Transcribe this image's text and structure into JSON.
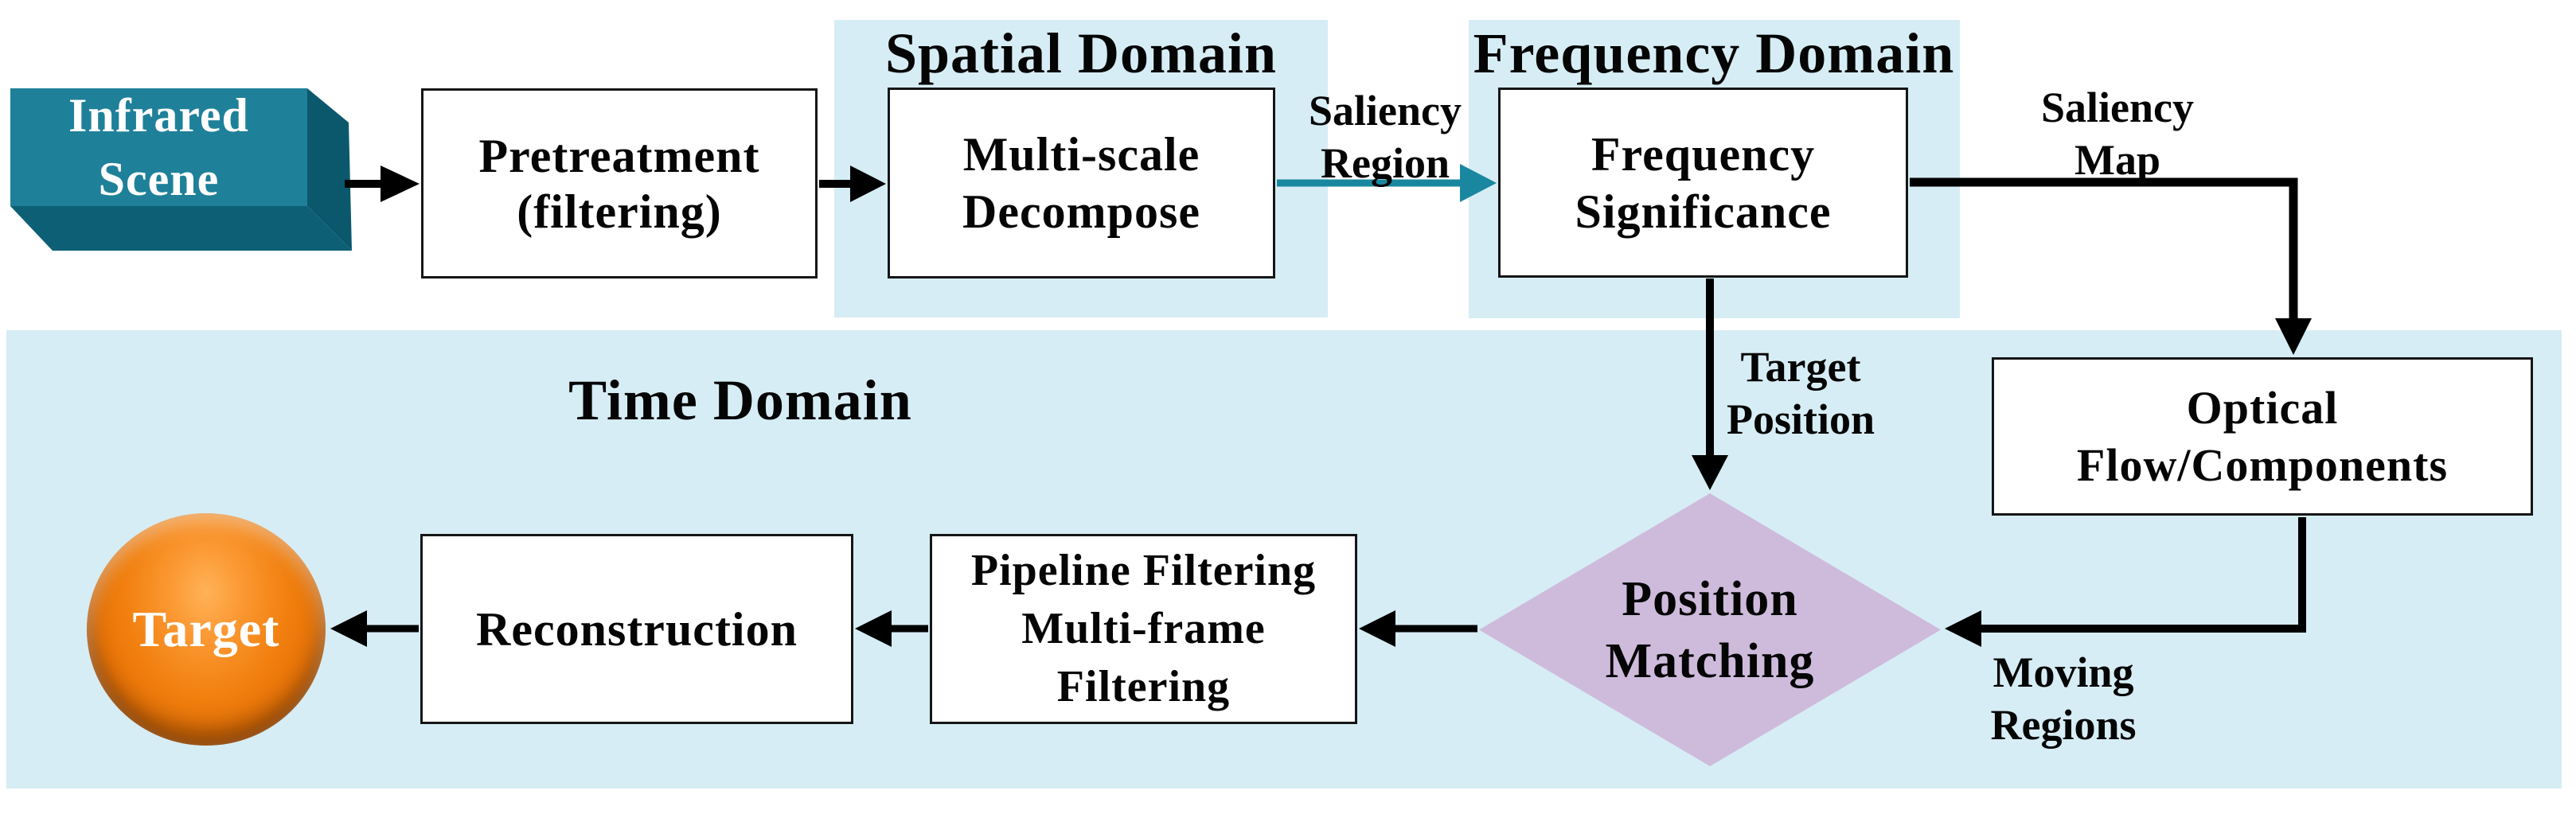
{
  "panels": {
    "spatial": {
      "title": "Spatial Domain"
    },
    "frequency": {
      "title": "Frequency Domain"
    },
    "time": {
      "title": "Time Domain"
    }
  },
  "nodes": {
    "infrared_scene": {
      "line1": "Infrared",
      "line2": "Scene"
    },
    "pretreatment": {
      "line1": "Pretreatment",
      "line2": "(filtering)"
    },
    "multiscale_decompose": {
      "line1": "Multi-scale",
      "line2": "Decompose"
    },
    "frequency_significance": {
      "line1": "Frequency",
      "line2": "Significance"
    },
    "optical_flow": {
      "line1": "Optical",
      "line2": "Flow/Components"
    },
    "position_matching": {
      "line1": "Position",
      "line2": "Matching"
    },
    "pipeline_filtering": {
      "line1": "Pipeline Filtering",
      "line2": "Multi-frame",
      "line3": "Filtering"
    },
    "reconstruction": {
      "label": "Reconstruction"
    },
    "target": {
      "label": "Target"
    }
  },
  "edge_labels": {
    "saliency_region": {
      "line1": "Saliency",
      "line2": "Region"
    },
    "saliency_map": {
      "line1": "Saliency",
      "line2": "Map"
    },
    "target_position": {
      "line1": "Target",
      "line2": "Position"
    },
    "moving_regions": {
      "line1": "Moving",
      "line2": "Regions"
    }
  },
  "colors": {
    "panel_blue": "#d7edf5",
    "box_teal_front": "#1f8099",
    "box_teal_dark": "#0c5f75",
    "arrow_teal": "#1a87a0",
    "arrow_black": "#000000",
    "diamond_purple": "#cebbdc",
    "target_orange": "#f1800f",
    "node_border": "#161616",
    "text_black": "#050505",
    "text_white": "#ffffff"
  }
}
